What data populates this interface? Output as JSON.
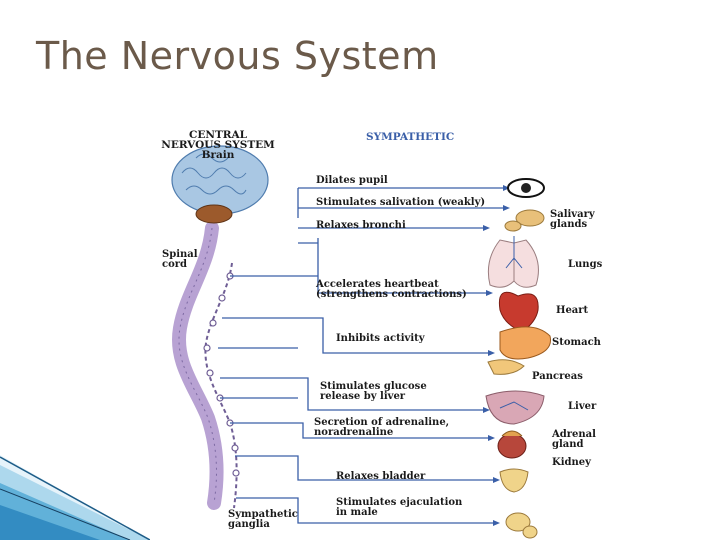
{
  "title": "The Nervous System",
  "diagram": {
    "cns_heading": [
      "CENTRAL",
      "NERVOUS SYSTEM",
      "Brain"
    ],
    "division": "SYMPATHETIC",
    "spinal_cord": [
      "Spinal",
      "cord"
    ],
    "ganglia": [
      "Sympathetic",
      "ganglia"
    ],
    "effects": [
      [
        "Dilates pupil"
      ],
      [
        "Stimulates salivation (weakly)"
      ],
      [
        "Relaxes bronchi"
      ],
      [
        "Accelerates heartbeat",
        "(strengthens contractions)"
      ],
      [
        "Inhibits activity"
      ],
      [
        "Stimulates glucose",
        "release by liver"
      ],
      [
        "Secretion of adrenaline,",
        "noradrenaline"
      ],
      [
        "Relaxes bladder"
      ],
      [
        "Stimulates ejaculation",
        "in male"
      ]
    ],
    "organs": [
      [
        "Salivary",
        "glands"
      ],
      [
        "Lungs"
      ],
      [
        "Heart"
      ],
      [
        "Stomach"
      ],
      [
        "Pancreas"
      ],
      [
        "Liver"
      ],
      [
        "Adrenal",
        "gland"
      ],
      [
        "Kidney"
      ]
    ],
    "colors": {
      "title": "#6b5a4a",
      "division": "#3a5fa8",
      "nerve": "#3a5fa8",
      "cord": "#b8a2d3",
      "brain": "#a9c7e3",
      "brainstem": "#9c5a2c"
    }
  }
}
